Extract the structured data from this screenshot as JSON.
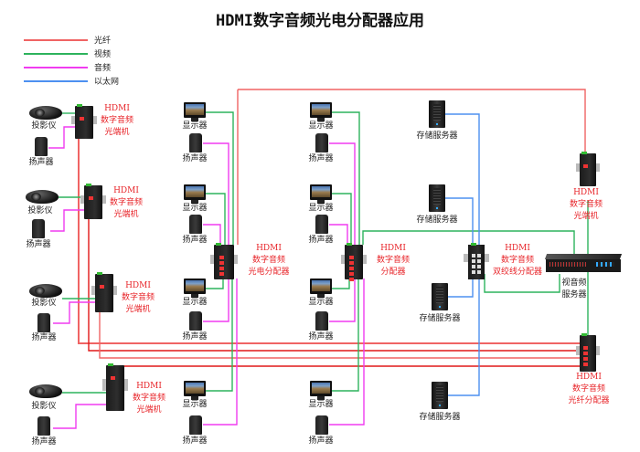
{
  "title": "HDMI数字音频光电分配器应用",
  "legend": [
    {
      "label": "光纤",
      "color": "#f06464"
    },
    {
      "label": "视频",
      "color": "#2db35d"
    },
    {
      "label": "音频",
      "color": "#f03cf0"
    },
    {
      "label": "以太网",
      "color": "#4d90f0"
    }
  ],
  "colors": {
    "fiber": "#f06464",
    "fiber_dark": "#e01818",
    "video": "#2db35d",
    "audio": "#f03cf0",
    "ethernet": "#4d90f0",
    "device_label": "#e8262b"
  },
  "labels": {
    "projector": "投影仪",
    "speaker": "扬声器",
    "monitor": "显示器",
    "storage_server": "存储服务器",
    "av_server_line1": "视音频",
    "av_server_line2": "服务器"
  },
  "devices": {
    "transceiver": [
      "HDMI",
      "数字音频",
      "光端机"
    ],
    "optoelectric_splitter": [
      "HDMI",
      "数字音频",
      "光电分配器"
    ],
    "splitter": [
      "HDMI",
      "数字音频",
      "分配器"
    ],
    "twisted_pair_splitter": [
      "HDMI",
      "数字音频",
      "双绞线分配器"
    ],
    "fiber_splitter": [
      "HDMI",
      "数字音频",
      "光纤分配器"
    ]
  }
}
